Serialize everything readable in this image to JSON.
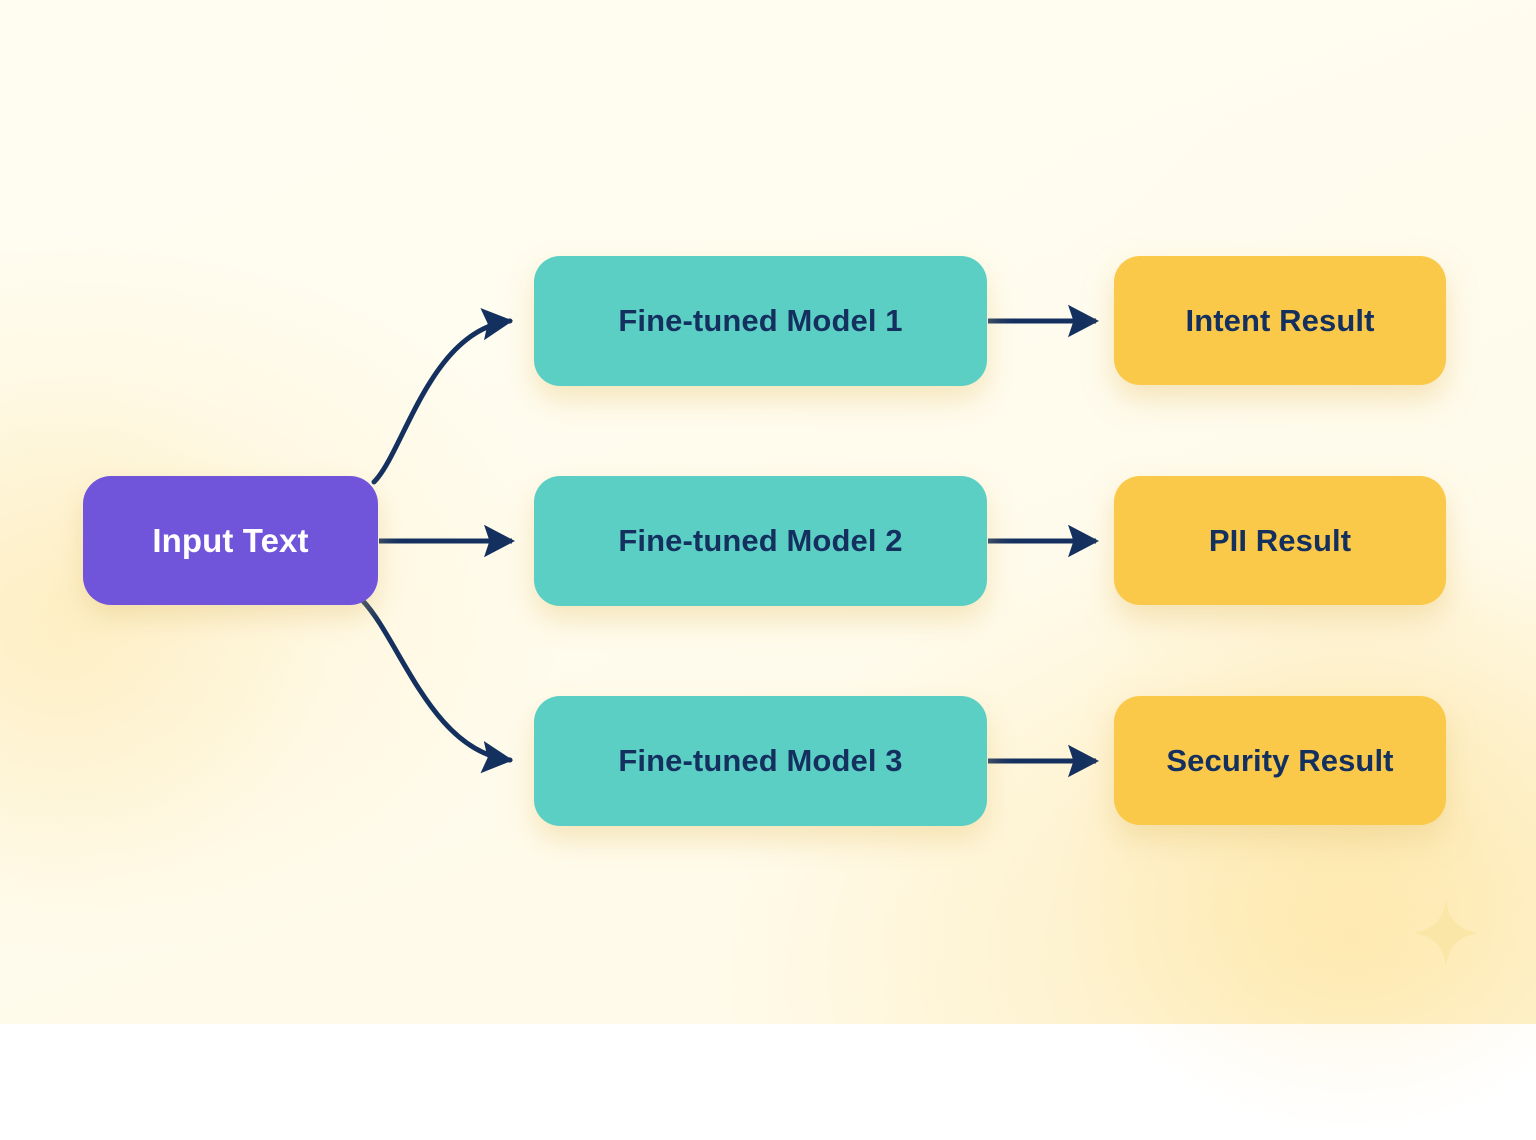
{
  "diagram": {
    "title_visible": false,
    "background_color": "#fffcef",
    "edge_color": "#14305f",
    "nodes": {
      "input": {
        "label": "Input Text",
        "fill": "#7055db",
        "text_color": "#ffffff"
      },
      "models": [
        {
          "label": "Fine-tuned Model 1",
          "fill": "#5ccfc5",
          "text_color": "#14305f"
        },
        {
          "label": "Fine-tuned Model 2",
          "fill": "#5ccfc5",
          "text_color": "#14305f"
        },
        {
          "label": "Fine-tuned Model 3",
          "fill": "#5ccfc5",
          "text_color": "#14305f"
        }
      ],
      "results": [
        {
          "label": "Intent Result",
          "fill": "#fbc949",
          "text_color": "#14305f"
        },
        {
          "label": "PII Result",
          "fill": "#fbc949",
          "text_color": "#14305f"
        },
        {
          "label": "Security Result",
          "fill": "#fbc949",
          "text_color": "#14305f"
        }
      ]
    },
    "edges": [
      {
        "from": "Input Text",
        "to": "Fine-tuned Model 1",
        "style": "curved-up-arrow"
      },
      {
        "from": "Input Text",
        "to": "Fine-tuned Model 2",
        "style": "straight-arrow"
      },
      {
        "from": "Input Text",
        "to": "Fine-tuned Model 3",
        "style": "curved-down-arrow"
      },
      {
        "from": "Fine-tuned Model 1",
        "to": "Intent Result",
        "style": "straight-arrow"
      },
      {
        "from": "Fine-tuned Model 2",
        "to": "PII Result",
        "style": "straight-arrow"
      },
      {
        "from": "Fine-tuned Model 3",
        "to": "Security Result",
        "style": "straight-arrow"
      }
    ],
    "decoration": {
      "sparkle_icon": "sparkle-4-point",
      "sparkle_color": "#fae6a6"
    }
  }
}
